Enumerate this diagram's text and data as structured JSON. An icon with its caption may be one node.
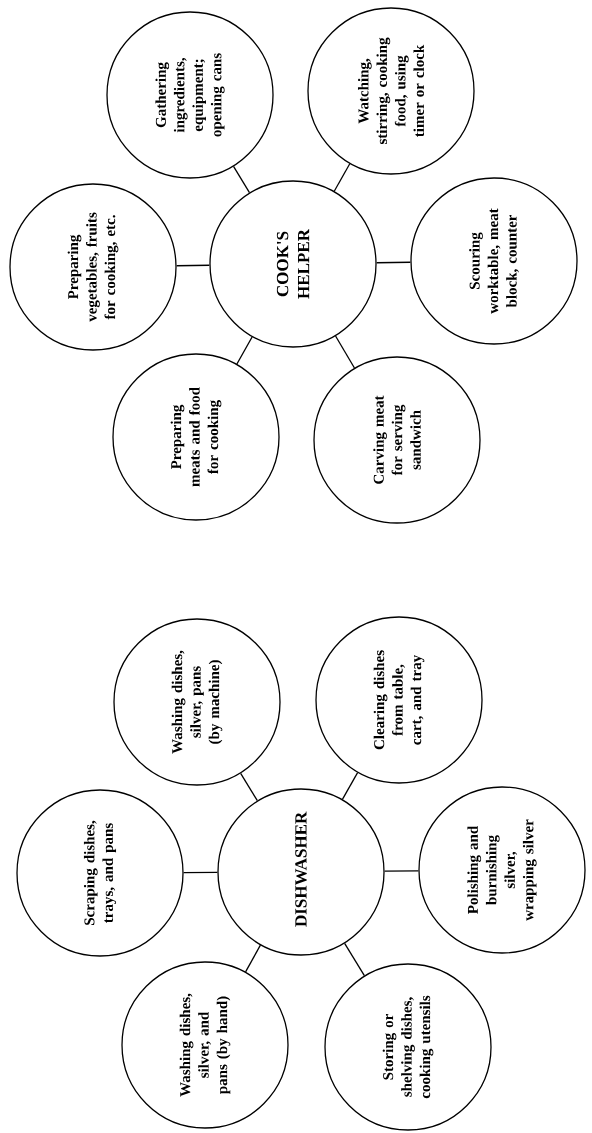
{
  "diagram": {
    "nodes": [
      {
        "text": [
          "COOK'S HELPER"
        ]
      },
      {
        "text": [
          "Gathering ingredients, equipment; opening cans"
        ]
      },
      {
        "text": [
          "Watching, stirring, cooking food, using timer or clock"
        ]
      },
      {
        "text": [
          "Preparing vegetables, fruits for cooking, etc."
        ]
      },
      {
        "text": [
          "Scouring worktable, meat block, counter"
        ]
      },
      {
        "text": [
          "Preparing meats and food for cooking"
        ]
      },
      {
        "text": [
          "Carving meat for serving sandwich"
        ]
      },
      {
        "text": [
          "DISHWASHER"
        ]
      },
      {
        "text": [
          "Washing dishes, silver, pans (by machine)"
        ]
      },
      {
        "text": [
          "Clearing dishes from table, cart, and tray"
        ]
      },
      {
        "text": [
          "Scraping dishes, trays, and pans"
        ]
      },
      {
        "text": [
          "Polishing and burnishing silver, wrapping silver"
        ]
      },
      {
        "text": [
          "Washing dishes, silver, and pans (by hand)"
        ]
      },
      {
        "text": [
          "Storing or shelving dishes, cooking utensils"
        ]
      }
    ],
    "edges": [
      {
        "from": 0,
        "to": 1,
        "arrow": "none"
      },
      {
        "from": 0,
        "to": 2,
        "arrow": "none"
      },
      {
        "from": 0,
        "to": 3,
        "arrow": "none"
      },
      {
        "from": 0,
        "to": 4,
        "arrow": "none"
      },
      {
        "from": 0,
        "to": 5,
        "arrow": "none"
      },
      {
        "from": 0,
        "to": 6,
        "arrow": "none"
      },
      {
        "from": 7,
        "to": 8,
        "arrow": "none"
      },
      {
        "from": 7,
        "to": 9,
        "arrow": "none"
      },
      {
        "from": 7,
        "to": 10,
        "arrow": "none"
      },
      {
        "from": 7,
        "to": 11,
        "arrow": "none"
      },
      {
        "from": 7,
        "to": 12,
        "arrow": "none"
      },
      {
        "from": 7,
        "to": 13,
        "arrow": "none"
      }
    ]
  }
}
